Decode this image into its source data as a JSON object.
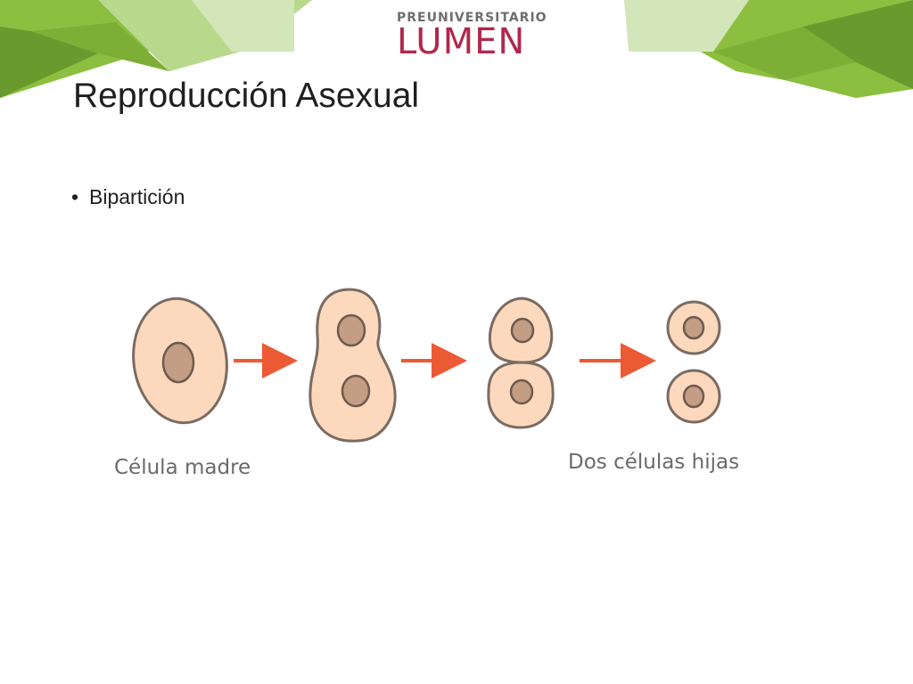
{
  "slide": {
    "logo": {
      "top_text": "PREUNIVERSITARIO",
      "main_text": "LUMEN"
    },
    "title": "Reproducción Asexual",
    "bullets": [
      {
        "text": "Bipartición"
      }
    ],
    "diagram": {
      "labels": {
        "mother_cell": "Célula madre",
        "daughter_cells": "Dos células hijas"
      },
      "colors": {
        "cell_fill": "#fcd9bd",
        "cell_stroke": "#7b6b62",
        "nucleus_fill": "#c39d84",
        "arrow": "#ec5a35"
      }
    },
    "colors": {
      "banner_green": "#8cbf3f",
      "banner_dark_green": "#6a9a2e",
      "banner_light": "#cfe3b0",
      "logo_accent": "#b0284e"
    }
  }
}
